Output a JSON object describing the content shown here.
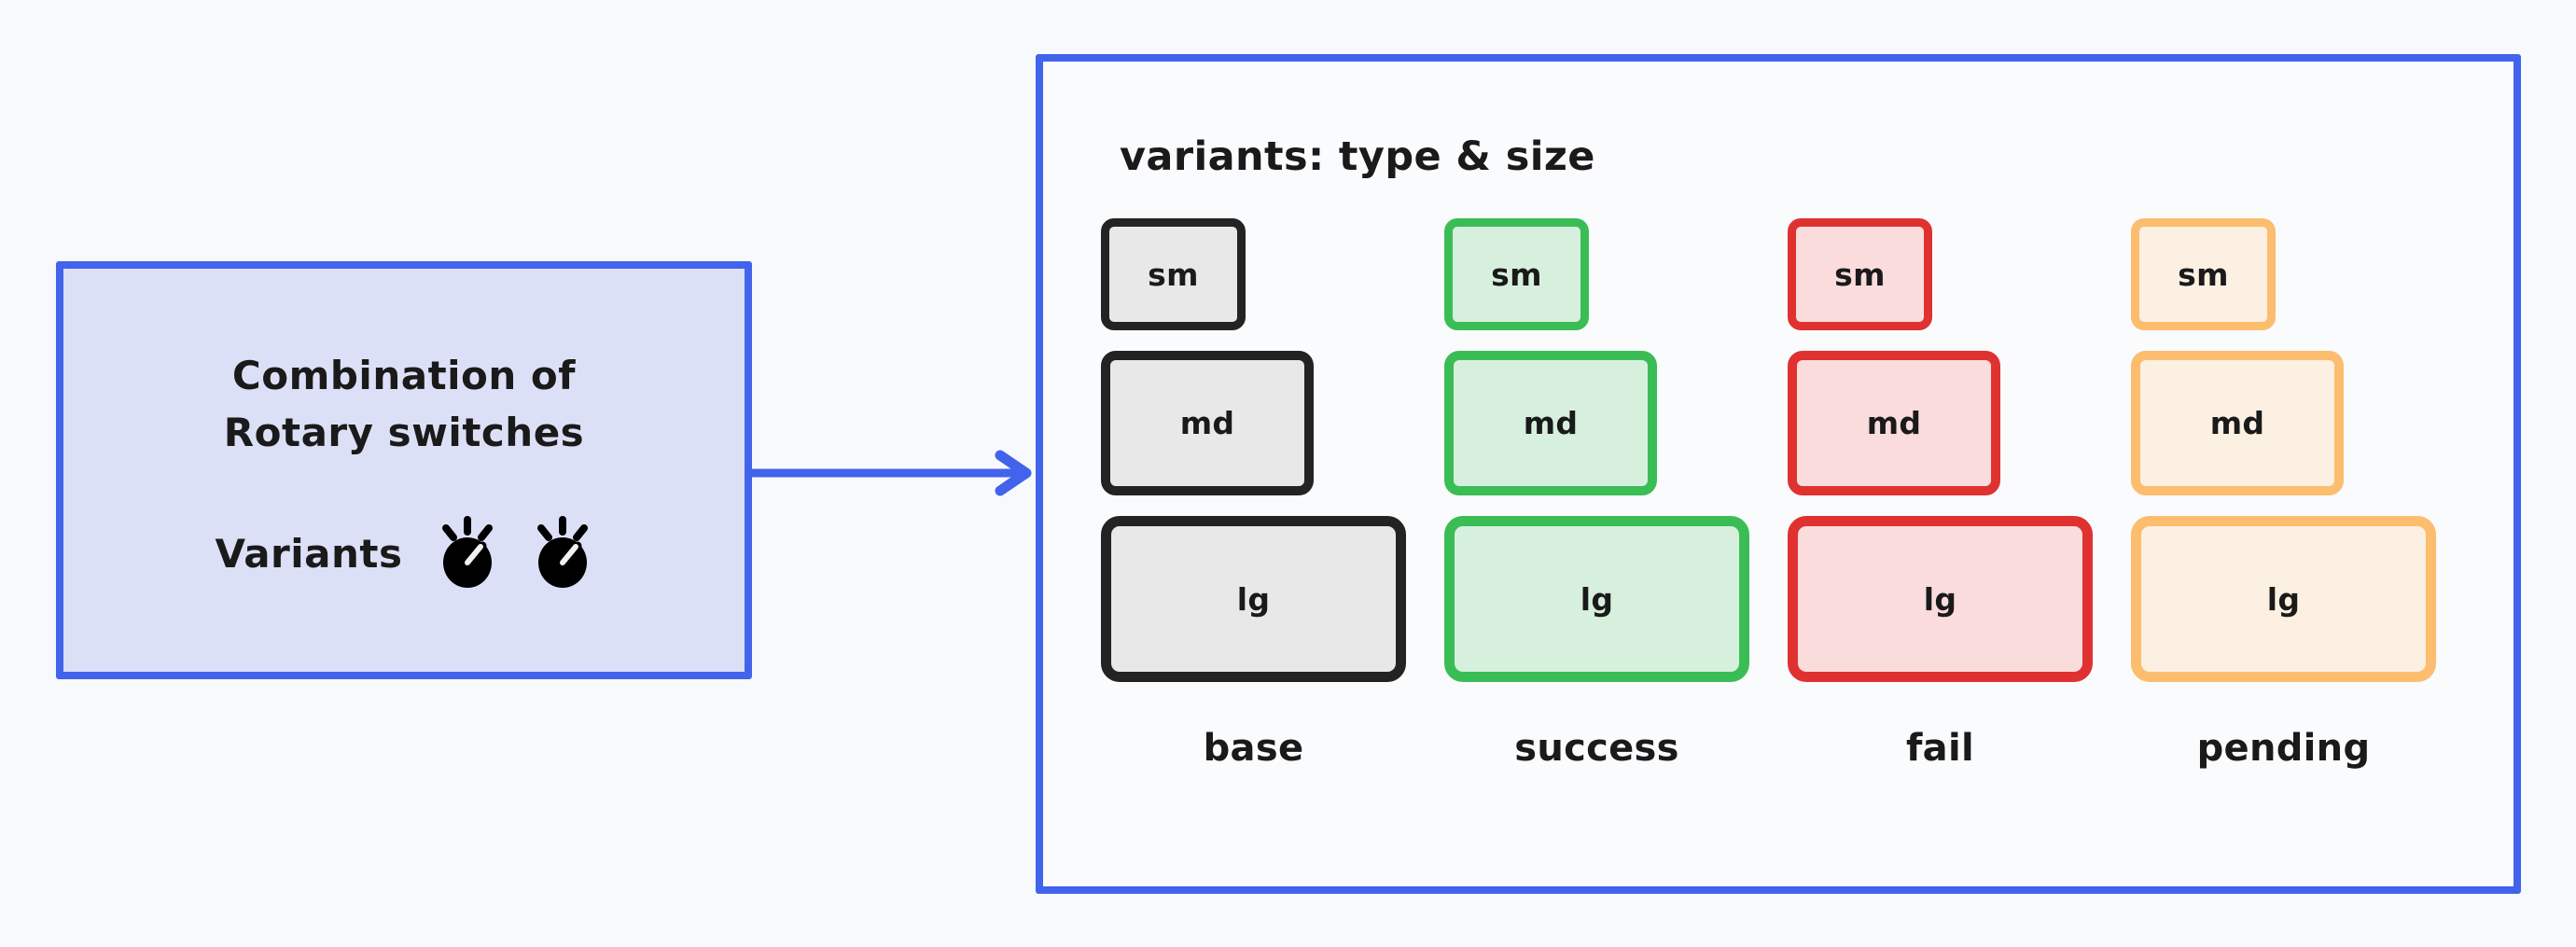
{
  "canvas": {
    "background_color": "#f8f9fc",
    "accent_color": "#4263eb"
  },
  "left_node": {
    "title_line_1": "Combination of",
    "title_line_2": "Rotary switches",
    "variants_label": "Variants",
    "fill_color": "#dce0f7",
    "border_color": "#4263eb",
    "icons": [
      "rotary-knob-icon",
      "rotary-knob-icon"
    ]
  },
  "edge": {
    "kind": "arrow",
    "direction": "right",
    "color": "#4263eb"
  },
  "right_panel": {
    "title": "variants: type & size",
    "border_color": "#4263eb",
    "fill_color": "#fafbfd",
    "sizes": [
      "sm",
      "md",
      "lg"
    ],
    "columns": [
      {
        "name": "base",
        "label": "base",
        "border_color": "#232323",
        "fill_color": "#e8e8e8",
        "swatches": [
          {
            "size": "sm",
            "label": "sm"
          },
          {
            "size": "md",
            "label": "md"
          },
          {
            "size": "lg",
            "label": "lg"
          }
        ]
      },
      {
        "name": "success",
        "label": "success",
        "border_color": "#3bbd56",
        "fill_color": "#d7f0dd",
        "swatches": [
          {
            "size": "sm",
            "label": "sm"
          },
          {
            "size": "md",
            "label": "md"
          },
          {
            "size": "lg",
            "label": "lg"
          }
        ]
      },
      {
        "name": "fail",
        "label": "fail",
        "border_color": "#e03131",
        "fill_color": "#fadcdc",
        "swatches": [
          {
            "size": "sm",
            "label": "sm"
          },
          {
            "size": "md",
            "label": "md"
          },
          {
            "size": "lg",
            "label": "lg"
          }
        ]
      },
      {
        "name": "pending",
        "label": "pending",
        "border_color": "#fcbd6e",
        "fill_color": "#fbf0e2",
        "swatches": [
          {
            "size": "sm",
            "label": "sm"
          },
          {
            "size": "md",
            "label": "md"
          },
          {
            "size": "lg",
            "label": "lg"
          }
        ]
      }
    ]
  }
}
